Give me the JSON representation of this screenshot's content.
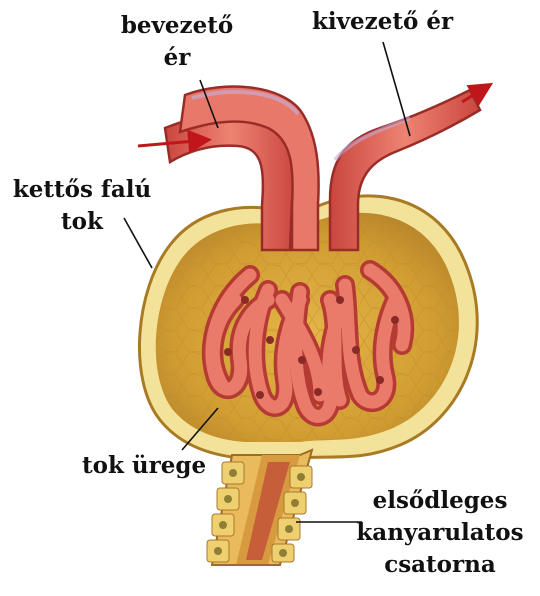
{
  "labels": {
    "afferent_line1": "bevezető",
    "afferent_line2": "ér",
    "efferent": "kivezető ér",
    "capsule_line1": "kettős falú",
    "capsule_line2": "tok",
    "cavity": "tok ürege",
    "tubule_line1": "elsődleges",
    "tubule_line2": "kanyarulatos",
    "tubule_line3": "csatorna"
  },
  "colors": {
    "capsule_outer": "#c99a2e",
    "capsule_inner": "#d9ac3c",
    "capsule_wall": "#f3e39a",
    "vessel": "#e0685a",
    "vessel_dark": "#b83b35",
    "arrow": "#c0161b",
    "tubule_cells": "#e7b75a",
    "nucleus": "#9c8a3a"
  }
}
